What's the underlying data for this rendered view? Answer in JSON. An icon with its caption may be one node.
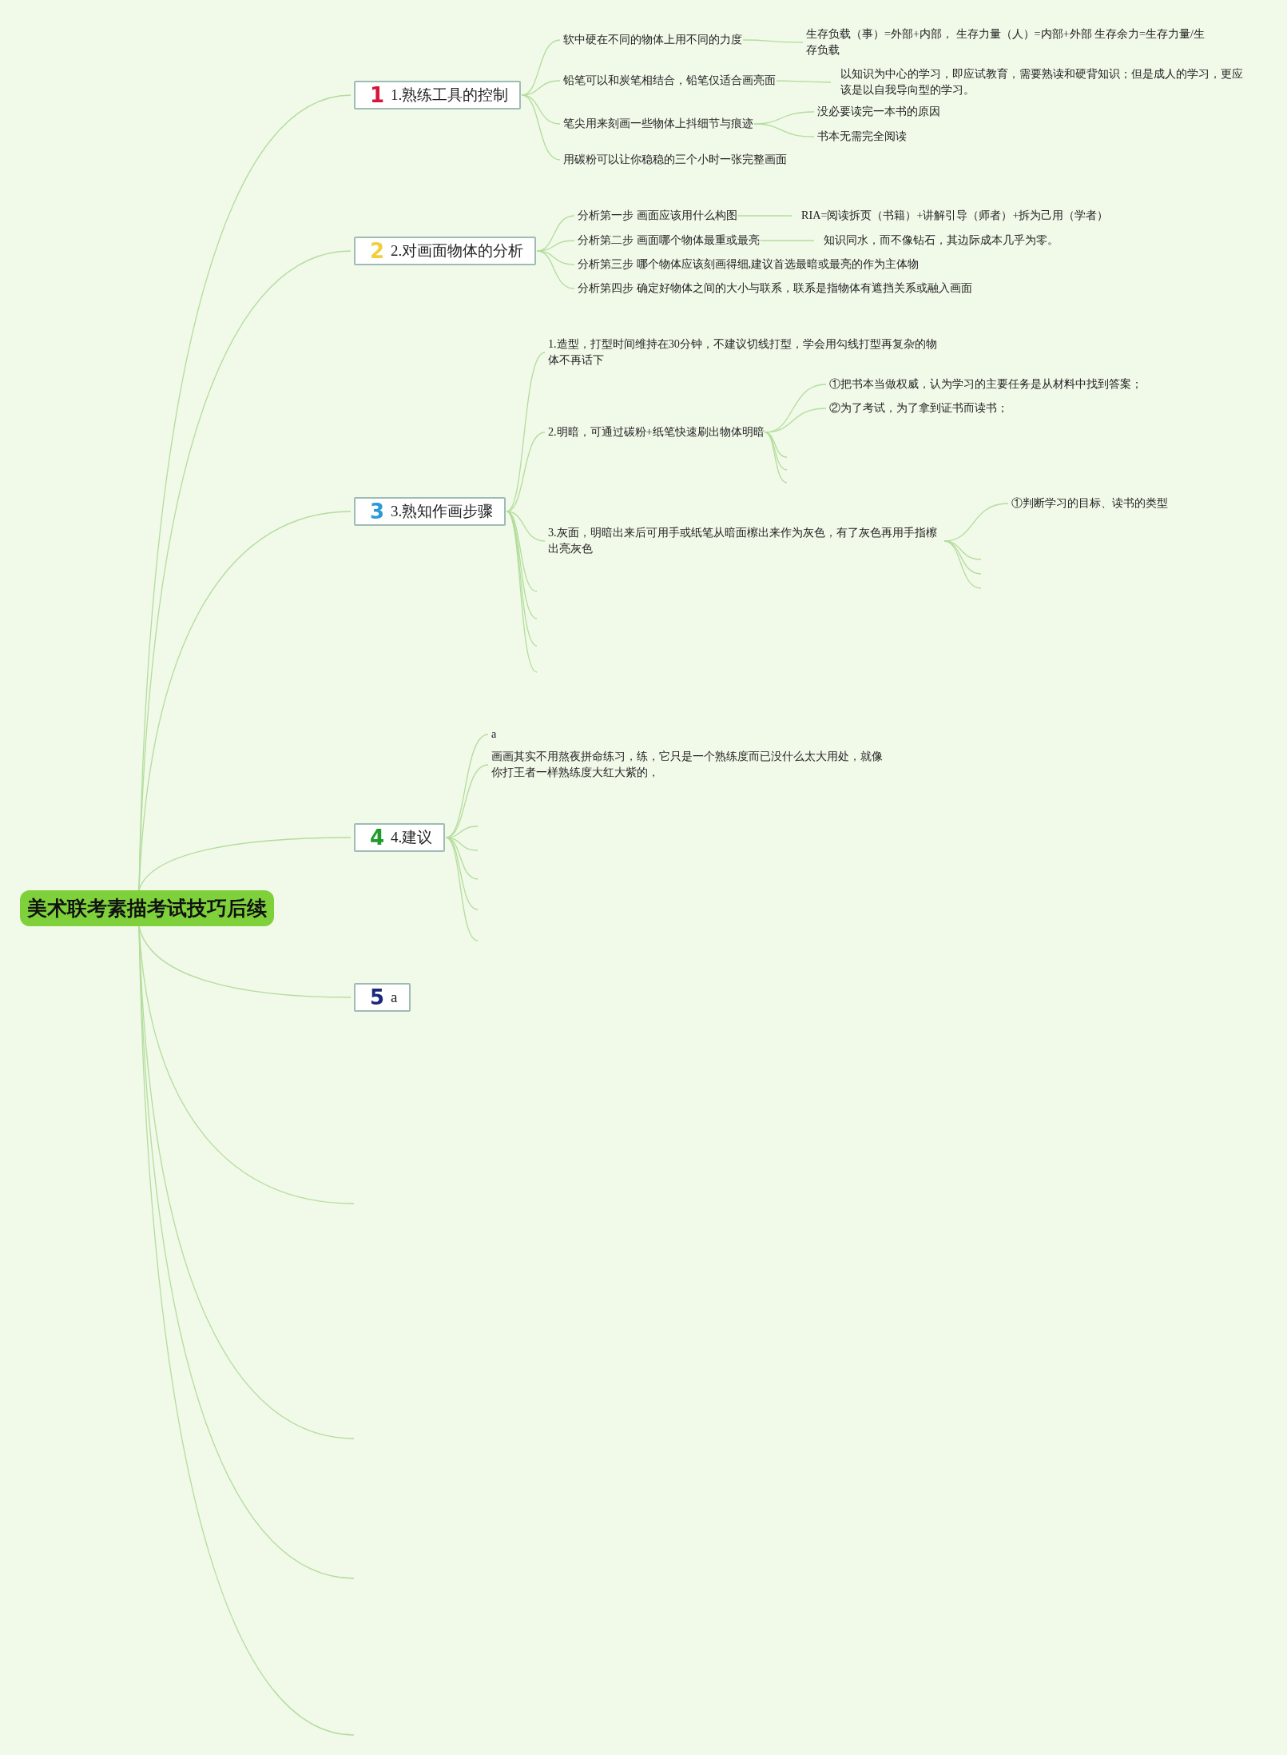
{
  "diagram": {
    "nodes": [
      {
        "text": [
          "美术联考素描考试技巧后续"
        ]
      },
      {
        "text": [
          "1",
          "1.熟练工具的控制"
        ]
      },
      {
        "text": [
          "软中硬在不同的物体上用不同的力度"
        ]
      },
      {
        "text": [
          "生存负载（事）=外部+内部， 生存力量（人）=内部+外部 生存余力=生存力量/生存负载"
        ]
      },
      {
        "text": [
          "铅笔可以和炭笔相结合，铅笔仅适合画亮面"
        ]
      },
      {
        "text": [
          "以知识为中心的学习，即应试教育，需要熟读和硬背知识；但是成人的学习，更应该是以自我导向型的学习。"
        ]
      },
      {
        "text": [
          "笔尖用来刻画一些物体上抖细节与痕迹"
        ]
      },
      {
        "text": [
          "没必要读完一本书的原因"
        ]
      },
      {
        "text": [
          "书本无需完全阅读"
        ]
      },
      {
        "text": [
          "用碳粉可以让你稳稳的三个小时一张完整画面"
        ]
      },
      {
        "text": [
          "2",
          "2.对画面物体的分析"
        ]
      },
      {
        "text": [
          "分析第一步 画面应该用什么构图"
        ]
      },
      {
        "text": [
          "RIA=阅读拆页（书籍）+讲解引导（师者）+拆为己用（学者）"
        ]
      },
      {
        "text": [
          "分析第二步 画面哪个物体最重或最亮"
        ]
      },
      {
        "text": [
          "知识同水，而不像钻石，其边际成本几乎为零。"
        ]
      },
      {
        "text": [
          "分析第三步 哪个物体应该刻画得细,建议首选最暗或最亮的作为主体物"
        ]
      },
      {
        "text": [
          "分析第四步 确定好物体之间的大小与联系，联系是指物体有遮挡关系或融入画面"
        ]
      },
      {
        "text": [
          "3",
          "3.熟知作画步骤"
        ]
      },
      {
        "text": [
          "1.造型，打型时间维持在30分钟，不建议切线打型，学会用勾线打型再复杂的物体不再话下"
        ]
      },
      {
        "text": [
          "2.明暗，可通过碳粉+纸笔快速刷出物体明暗"
        ]
      },
      {
        "text": [
          "①把书本当做权威，认为学习的主要任务是从材料中找到答案；"
        ]
      },
      {
        "text": [
          "②为了考试，为了拿到证书而读书；"
        ]
      },
      {
        "text": [
          "3.灰面，明暗出来后可用手或纸笔从暗面檫出来作为灰色，有了灰色再用手指檫出亮灰色"
        ]
      },
      {
        "text": [
          "①判断学习的目标、读书的类型"
        ]
      },
      {
        "text": [
          "4",
          "4.建议"
        ]
      },
      {
        "text": [
          "a"
        ]
      },
      {
        "text": [
          "画画其实不用熬夜拼命练习，练，它只是一个熟练度而已没什么太大用处，就像你打王者一样熟练度大红大紫的，"
        ]
      },
      {
        "text": [
          "5",
          "a"
        ]
      }
    ],
    "edges": [
      {
        "from": 0,
        "to": 1,
        "arrow": "none"
      },
      {
        "from": 1,
        "to": 2,
        "arrow": "none"
      },
      {
        "from": 2,
        "to": 3,
        "arrow": "none"
      },
      {
        "from": 1,
        "to": 4,
        "arrow": "none"
      },
      {
        "from": 4,
        "to": 5,
        "arrow": "none"
      },
      {
        "from": 1,
        "to": 6,
        "arrow": "none"
      },
      {
        "from": 6,
        "to": 7,
        "arrow": "none"
      },
      {
        "from": 6,
        "to": 8,
        "arrow": "none"
      },
      {
        "from": 1,
        "to": 9,
        "arrow": "none"
      },
      {
        "from": 0,
        "to": 10,
        "arrow": "none"
      },
      {
        "from": 10,
        "to": 11,
        "arrow": "none"
      },
      {
        "from": 11,
        "to": 12,
        "arrow": "none"
      },
      {
        "from": 10,
        "to": 13,
        "arrow": "none"
      },
      {
        "from": 13,
        "to": 14,
        "arrow": "none"
      },
      {
        "from": 10,
        "to": 15,
        "arrow": "none"
      },
      {
        "from": 10,
        "to": 16,
        "arrow": "none"
      },
      {
        "from": 0,
        "to": 17,
        "arrow": "none"
      },
      {
        "from": 17,
        "to": 18,
        "arrow": "none"
      },
      {
        "from": 17,
        "to": 19,
        "arrow": "none"
      },
      {
        "from": 19,
        "to": 20,
        "arrow": "none"
      },
      {
        "from": 19,
        "to": 21,
        "arrow": "none"
      },
      {
        "from": 19,
        "to": null,
        "arrow": "none"
      },
      {
        "from": 19,
        "to": null,
        "arrow": "none"
      },
      {
        "from": 19,
        "to": null,
        "arrow": "none"
      },
      {
        "from": 17,
        "to": 22,
        "arrow": "none"
      },
      {
        "from": 22,
        "to": 23,
        "arrow": "none"
      },
      {
        "from": 22,
        "to": null,
        "arrow": "none"
      },
      {
        "from": 22,
        "to": null,
        "arrow": "none"
      },
      {
        "from": 22,
        "to": null,
        "arrow": "none"
      },
      {
        "from": 17,
        "to": null,
        "arrow": "none"
      },
      {
        "from": 17,
        "to": null,
        "arrow": "none"
      },
      {
        "from": 17,
        "to": null,
        "arrow": "none"
      },
      {
        "from": 17,
        "to": null,
        "arrow": "none"
      },
      {
        "from": 0,
        "to": 24,
        "arrow": "none"
      },
      {
        "from": 24,
        "to": 25,
        "arrow": "none"
      },
      {
        "from": 24,
        "to": 26,
        "arrow": "none"
      },
      {
        "from": 24,
        "to": null,
        "arrow": "none"
      },
      {
        "from": 24,
        "to": null,
        "arrow": "none"
      },
      {
        "from": 24,
        "to": null,
        "arrow": "none"
      },
      {
        "from": 24,
        "to": null,
        "arrow": "none"
      },
      {
        "from": 24,
        "to": null,
        "arrow": "none"
      },
      {
        "from": 0,
        "to": 27,
        "arrow": "none"
      },
      {
        "from": 0,
        "to": null,
        "arrow": "none"
      },
      {
        "from": 0,
        "to": null,
        "arrow": "none"
      },
      {
        "from": 0,
        "to": null,
        "arrow": "none"
      },
      {
        "from": 0,
        "to": null,
        "arrow": "none"
      }
    ]
  }
}
